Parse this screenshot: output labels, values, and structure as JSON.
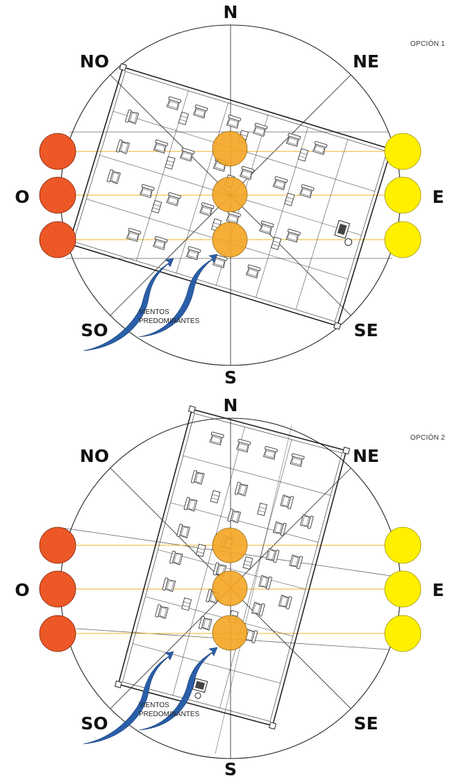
{
  "panels": [
    {
      "option_label": "OPCIÓN 1",
      "directions": {
        "n": "N",
        "ne": "NE",
        "e": "E",
        "se": "SE",
        "s": "S",
        "so": "SO",
        "o": "O",
        "no": "NO"
      },
      "wind_label_line1": "VIENTOS",
      "wind_label_line2": "PREDOMINANTES"
    },
    {
      "option_label": "OPCIÓN 2",
      "directions": {
        "n": "N",
        "ne": "NE",
        "e": "E",
        "se": "SE",
        "s": "S",
        "so": "SO",
        "o": "O",
        "no": "NO"
      },
      "wind_label_line1": "VIENTOS",
      "wind_label_line2": "PREDOMINANTES"
    }
  ],
  "colors": {
    "sunset_sun": "#f05a28",
    "sunrise_sun": "#fff000",
    "overhead_sun": "#f5a623",
    "sun_path_line": "#f0b020",
    "wind_arrow": "#2a5fa8"
  }
}
